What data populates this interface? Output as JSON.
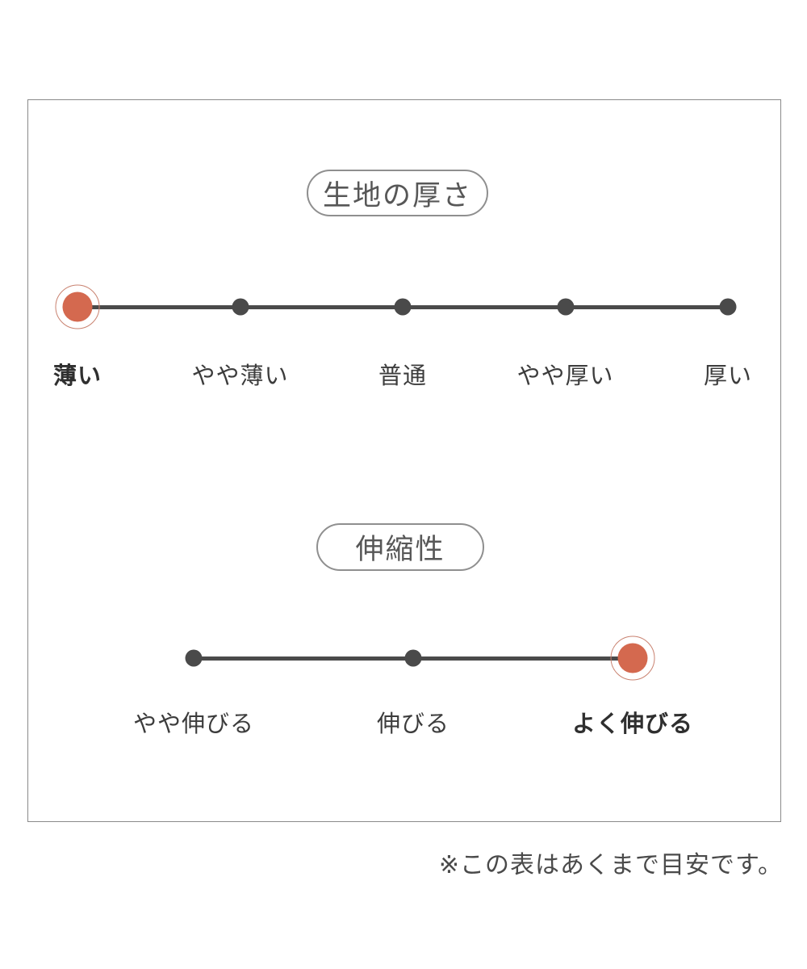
{
  "page": {
    "footnote": "※この表はあくまで目安です。"
  },
  "colors": {
    "accent": "#d4694f",
    "accent_ring": "#c98270",
    "track": "#4a4a4a",
    "label_text": "#3c3c3c",
    "pill_border": "#8f8f8f",
    "pill_text": "#575757",
    "frame_border": "#8a8a8a",
    "background": "#ffffff"
  },
  "chart_data": [
    {
      "type": "line",
      "title": "生地の厚さ",
      "categories": [
        "薄い",
        "やや薄い",
        "普通",
        "やや厚い",
        "厚い"
      ],
      "selected": "薄い",
      "selected_index": 0,
      "points": 5,
      "legend": "none",
      "grid": false
    },
    {
      "type": "line",
      "title": "伸縮性",
      "categories": [
        "やや伸びる",
        "伸びる",
        "よく伸びる"
      ],
      "selected": "よく伸びる",
      "selected_index": 2,
      "points": 3,
      "legend": "none",
      "grid": false
    }
  ]
}
